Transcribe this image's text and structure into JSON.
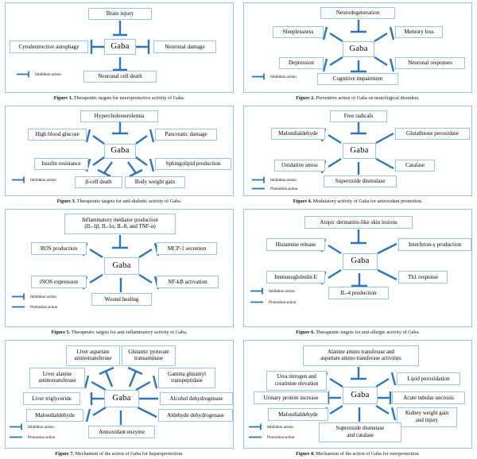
{
  "meta": {
    "accent_line": "#2e75b6",
    "box_border": "#9dc3e6",
    "panel_border": "#9dc3e6",
    "background": "#ffffff",
    "center_label": "Gaba"
  },
  "legend_labels": {
    "inhibition": "Inhibition action",
    "promotion": "Promotion action"
  },
  "figures": [
    {
      "id": "fig1",
      "caption_prefix": "Figure 1.",
      "caption_text": "Therapeutic targets for neuroprotective activity of Gaba.",
      "center": "Gaba",
      "legend": [
        "inhibition"
      ],
      "nodes": [
        {
          "key": "top",
          "label": "Brain injury",
          "relation": "inhibition"
        },
        {
          "key": "left",
          "label": "Cytodestructive autophagy",
          "relation": "inhibition"
        },
        {
          "key": "right",
          "label": "Neuronal damage",
          "relation": "inhibition"
        },
        {
          "key": "bottom",
          "label": "Neuronal cell death",
          "relation": "inhibition"
        }
      ]
    },
    {
      "id": "fig2",
      "caption_prefix": "Figure 2.",
      "caption_text": "Preventive action of Gaba on neurological disorders.",
      "center": "Gaba",
      "legend": [
        "inhibition"
      ],
      "nodes": [
        {
          "key": "top",
          "label": "Neurodegeneration",
          "relation": "inhibition"
        },
        {
          "key": "upper-left",
          "label": "Sleeplessness",
          "relation": "inhibition"
        },
        {
          "key": "lower-left",
          "label": "Depression",
          "relation": "inhibition"
        },
        {
          "key": "upper-right",
          "label": "Memory loss",
          "relation": "inhibition"
        },
        {
          "key": "lower-right",
          "label": "Neuronal responses",
          "relation": "inhibition"
        },
        {
          "key": "bottom",
          "label": "Cognitive impairment",
          "relation": "inhibition"
        }
      ]
    },
    {
      "id": "fig3",
      "caption_prefix": "Figure 3.",
      "caption_text": "Therapeutic targets for anti-diabetic activity of Gaba.",
      "center": "Gaba",
      "legend": [
        "inhibition"
      ],
      "nodes": [
        {
          "key": "top",
          "label": "Hypercholesterolemia",
          "relation": "inhibition"
        },
        {
          "key": "upper-left",
          "label": "High blood glucose",
          "relation": "inhibition"
        },
        {
          "key": "lower-left",
          "label": "Insulin resistance",
          "relation": "inhibition"
        },
        {
          "key": "upper-right",
          "label": "Pancreatic damage",
          "relation": "inhibition"
        },
        {
          "key": "lower-right",
          "label": "Sphingolipid production",
          "relation": "inhibition"
        },
        {
          "key": "bottom-left",
          "label": "β-cell death",
          "relation": "inhibition"
        },
        {
          "key": "bottom-right",
          "label": "Body weight gain",
          "relation": "inhibition"
        }
      ]
    },
    {
      "id": "fig4",
      "caption_prefix": "Figure 4.",
      "caption_text": "Modulatory activity of Gaba for antioxidant promotion.",
      "center": "Gaba",
      "legend": [
        "inhibition",
        "promotion"
      ],
      "nodes": [
        {
          "key": "top",
          "label": "Free radicals",
          "relation": "inhibition"
        },
        {
          "key": "upper-left",
          "label": "Malondialdehyde",
          "relation": "inhibition"
        },
        {
          "key": "lower-left",
          "label": "Oxidative stress",
          "relation": "inhibition"
        },
        {
          "key": "upper-right",
          "label": "Glutathione peroxidase",
          "relation": "promotion"
        },
        {
          "key": "lower-right",
          "label": "Catalase",
          "relation": "promotion"
        },
        {
          "key": "bottom",
          "label": "Superoxide dismutase",
          "relation": "promotion"
        }
      ]
    },
    {
      "id": "fig5",
      "caption_prefix": "Figure 5.",
      "caption_text": "Therapeutic targets for anti-inflammatory activity of Gaba.",
      "center": "Gaba",
      "legend": [
        "inhibition",
        "promotion"
      ],
      "nodes": [
        {
          "key": "top",
          "label": "Inflammatory mediator production\n(IL-1β, IL-1α, IL-8, and TNF-α)",
          "relation": "inhibition"
        },
        {
          "key": "upper-left",
          "label": "ROS production",
          "relation": "inhibition"
        },
        {
          "key": "lower-left",
          "label": "iNOS expression",
          "relation": "inhibition"
        },
        {
          "key": "upper-right",
          "label": "MCP-1 secretion",
          "relation": "inhibition"
        },
        {
          "key": "lower-right",
          "label": "NF-kB activation",
          "relation": "inhibition"
        },
        {
          "key": "bottom",
          "label": "Wound healing",
          "relation": "promotion"
        }
      ]
    },
    {
      "id": "fig6",
      "caption_prefix": "Figure 6.",
      "caption_text": "Therapeutic targets for anti-allergic activity of Gaba.",
      "center": "Gaba",
      "legend": [
        "inhibition",
        "promotion"
      ],
      "nodes": [
        {
          "key": "top",
          "label": "Atopic dermatitis-like skin lesions",
          "relation": "inhibition"
        },
        {
          "key": "upper-left",
          "label": "Histamine release",
          "relation": "inhibition"
        },
        {
          "key": "lower-left",
          "label": "Immunoglobulin E",
          "relation": "inhibition"
        },
        {
          "key": "upper-right",
          "label": "Interferon-γ production",
          "relation": "promotion"
        },
        {
          "key": "lower-right",
          "label": "Th1 response",
          "relation": "promotion"
        },
        {
          "key": "bottom",
          "label": "IL-4 production",
          "relation": "inhibition"
        }
      ]
    },
    {
      "id": "fig7",
      "caption_prefix": "Figure 7.",
      "caption_text": "Mechanism of the action of Gaba for hepatoprotection.",
      "center": "Gaba",
      "legend": [
        "inhibition",
        "promotion"
      ],
      "nodes": [
        {
          "key": "top-left",
          "label": "Liver aspartate\naminotransferase",
          "relation": "inhibition"
        },
        {
          "key": "top-right",
          "label": "Glutamic pyruvate\ntransaminase",
          "relation": "inhibition"
        },
        {
          "key": "upper-left",
          "label": "Liver alanine\naminotransferase",
          "relation": "inhibition"
        },
        {
          "key": "upper-right",
          "label": "Gamma glutamyl\ntranspeptidase",
          "relation": "inhibition"
        },
        {
          "key": "mid-left",
          "label": "Liver triglyceride",
          "relation": "inhibition"
        },
        {
          "key": "mid-right",
          "label": "Alcohol dehydrogenase",
          "relation": "promotion"
        },
        {
          "key": "lower-left",
          "label": "Malondialdehyde",
          "relation": "inhibition"
        },
        {
          "key": "lower-right",
          "label": "Aldehyde dehydrogenase",
          "relation": "promotion"
        },
        {
          "key": "bottom",
          "label": "Antioxidant enzyme",
          "relation": "promotion"
        }
      ]
    },
    {
      "id": "fig8",
      "caption_prefix": "Figure 8.",
      "caption_text": "Mechanism of the action of Gaba for renoprotection.",
      "center": "Gaba",
      "legend": [
        "inhibition",
        "promotion"
      ],
      "nodes": [
        {
          "key": "top",
          "label": "Alanine amino transferase and\naspartate amino transferase activities",
          "relation": "inhibition"
        },
        {
          "key": "upper-left",
          "label": "Urea nitrogen and\ncreatinine elevation",
          "relation": "inhibition"
        },
        {
          "key": "mid-left",
          "label": "Urinary protein increase",
          "relation": "inhibition"
        },
        {
          "key": "lower-left",
          "label": "Malondialdehyde",
          "relation": "inhibition"
        },
        {
          "key": "upper-right",
          "label": "Lipid peroxidation",
          "relation": "inhibition"
        },
        {
          "key": "mid-right",
          "label": "Acute tubular necrosis",
          "relation": "inhibition"
        },
        {
          "key": "lower-right",
          "label": "Kidney weight gain\nand injury",
          "relation": "inhibition"
        },
        {
          "key": "bottom",
          "label": "Superoxide dismutase\nand catalase",
          "relation": "promotion"
        }
      ]
    }
  ]
}
